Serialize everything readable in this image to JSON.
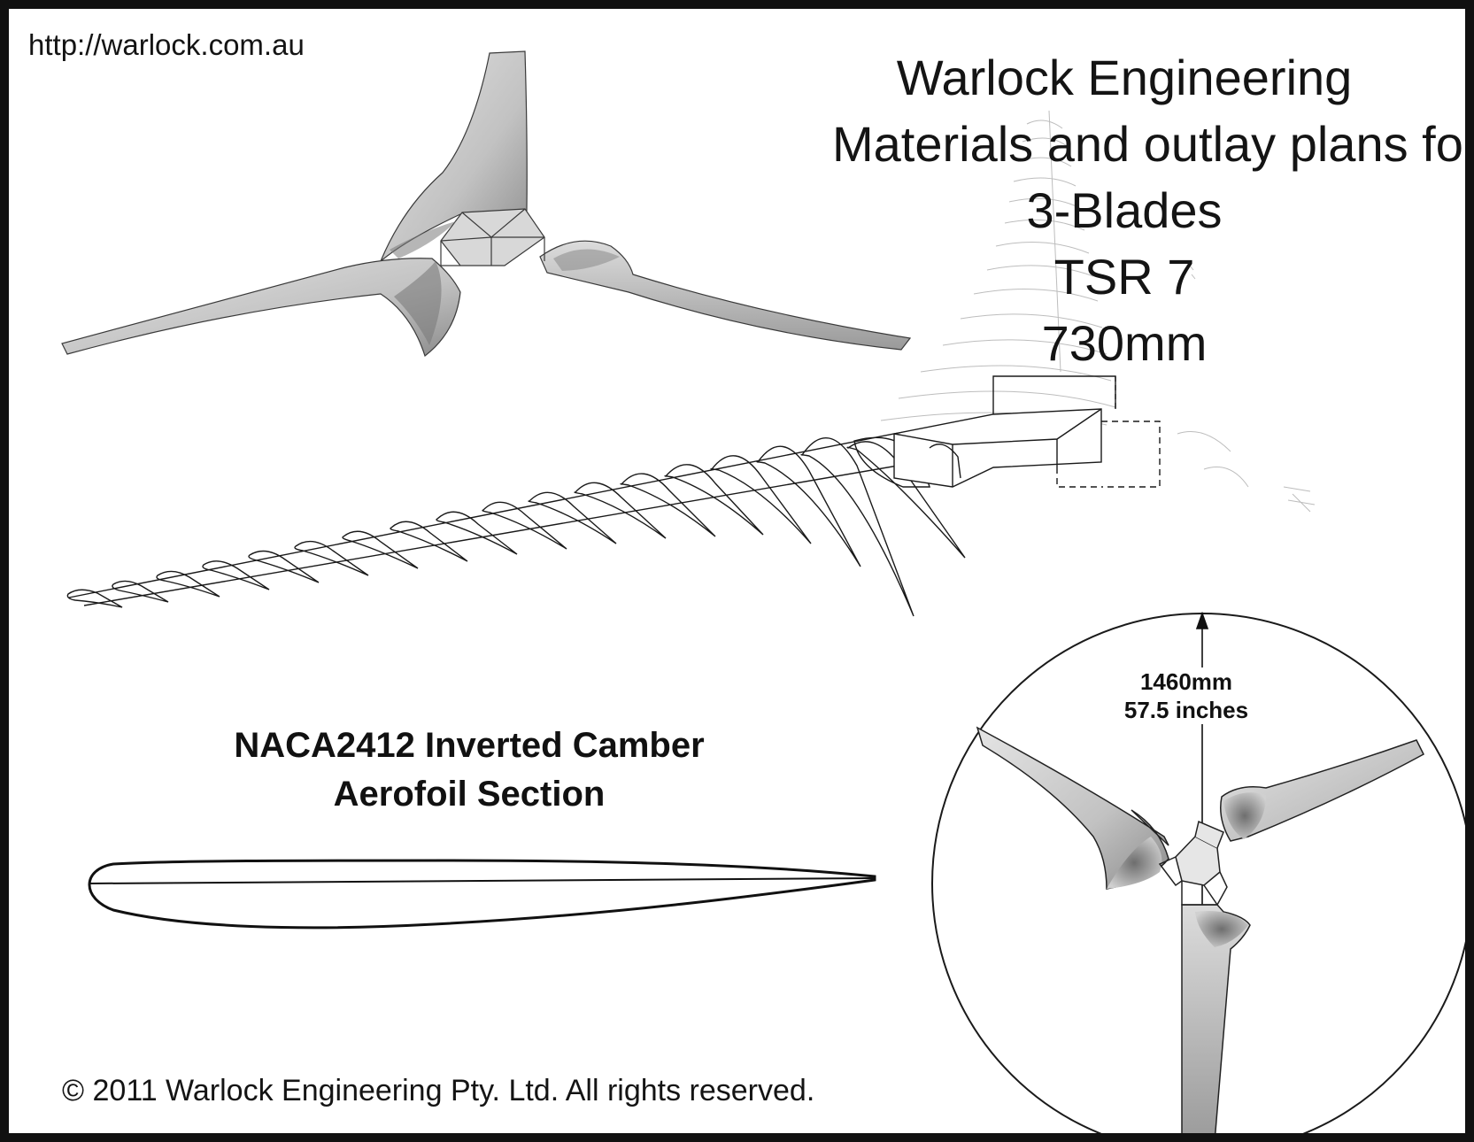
{
  "url": "http://warlock.com.au",
  "title": {
    "lines": [
      "Warlock Engineering",
      "Materials and outlay plans for",
      "3-Blades",
      "TSR 7",
      "730mm"
    ]
  },
  "aerofoil": {
    "line1": "NACA2412 Inverted Camber",
    "line2": "Aerofoil Section"
  },
  "diameter": {
    "mm": "1460mm",
    "inches": "57.5 inches"
  },
  "copyright": "© 2011 Warlock Engineering Pty. Ltd. All rights reserved.",
  "colors": {
    "border": "#111111",
    "blade_fill": "#c8c8c8",
    "blade_shadow": "#8a8a8a",
    "line": "#1a1a1a",
    "sketch": "#b5b5b5"
  }
}
